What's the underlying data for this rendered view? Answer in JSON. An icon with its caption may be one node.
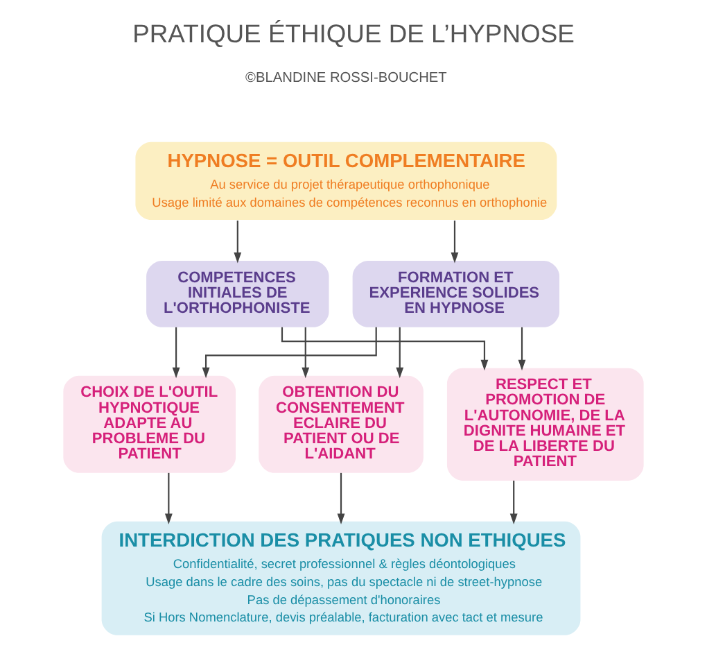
{
  "diagram": {
    "title": "PRATIQUE ÉTHIQUE DE L’HYPNOSE",
    "nodes": [
      {
        "text": [
          "HYPNOSE = OUTIL COMPLEMENTAIRE",
          "Au service du projet thérapeutique orthophonique",
          "Usage limité aux domaines de compétences reconnus en orthophonie"
        ]
      },
      {
        "text": [
          "COMPETENCES INITIALES DE L'ORTHOPHONISTE"
        ]
      },
      {
        "text": [
          "FORMATION ET EXPERIENCE SOLIDES EN HYPNOSE"
        ]
      },
      {
        "text": [
          "CHOIX DE L'OUTIL HYPNOTIQUE ADAPTE AU PROBLEME DU PATIENT"
        ]
      },
      {
        "text": [
          "OBTENTION DU CONSENTEMENT ECLAIRE DU PATIENT OU DE L'AIDANT"
        ]
      },
      {
        "text": [
          "RESPECT ET PROMOTION DE L'AUTONOMIE, DE LA DIGNITE HUMAINE ET DE LA LIBERTE DU PATIENT"
        ]
      },
      {
        "text": [
          "INTERDICTION DES PRATIQUES NON ETHIQUES",
          "Confidentialité, secret professionnel & règles déontologiques",
          "Usage dans le cadre des soins, pas du spectacle ni de street-hypnose",
          "Pas de dépassement d'honoraires",
          "Si Hors Nomenclature, devis préalable, facturation avec tact et mesure"
        ]
      }
    ],
    "edges": [
      {
        "from": 0,
        "to": 1,
        "arrow": "to"
      },
      {
        "from": 0,
        "to": 2,
        "arrow": "to"
      },
      {
        "from": 1,
        "to": 3,
        "arrow": "to"
      },
      {
        "from": 1,
        "to": 4,
        "arrow": "to"
      },
      {
        "from": 1,
        "to": 5,
        "arrow": "to"
      },
      {
        "from": 2,
        "to": 3,
        "arrow": "to"
      },
      {
        "from": 2,
        "to": 4,
        "arrow": "to"
      },
      {
        "from": 2,
        "to": 5,
        "arrow": "to"
      },
      {
        "from": 3,
        "to": 6,
        "arrow": "to"
      },
      {
        "from": 4,
        "to": 6,
        "arrow": "to"
      },
      {
        "from": 5,
        "to": 6,
        "arrow": "to"
      }
    ],
    "labels": [
      "©BLANDINE ROSSI-BOUCHET"
    ]
  }
}
